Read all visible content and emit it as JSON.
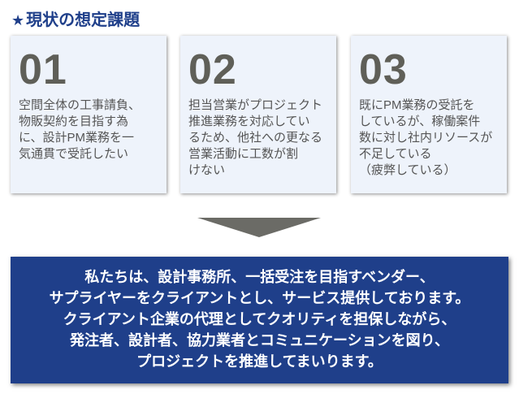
{
  "title": {
    "icon": "star-icon",
    "star": "★",
    "text": "現状の想定課題"
  },
  "cards": [
    {
      "number": "01",
      "lines": [
        "空間全体の工事請負、",
        "物販契約を目指す為",
        "に、設計PM業務を一",
        "気通貫で受託したい"
      ]
    },
    {
      "number": "02",
      "lines": [
        "担当営業がプロジェクト",
        "推進業務を対応してい",
        "るため、他社への更なる",
        "営業活動に工数が割",
        "けない"
      ]
    },
    {
      "number": "03",
      "lines": [
        "既にPM業務の受託を",
        "しているが、稼働案件",
        "数に対し社内リソースが",
        "不足している",
        "（疲弊している）"
      ]
    }
  ],
  "banner": {
    "lines": [
      "私たちは、設計事務所、一括受注を目指すベンダー、",
      "サプライヤーをクライアントとし、サービス提供しております。",
      "クライアント企業の代理としてクオリティを担保しながら、",
      "発注者、設計者、協力業者とコミュニケーションを図り、",
      "プロジェクトを推進してまいります。"
    ]
  },
  "colors": {
    "accent": "#1f3f8a",
    "card_bg": "#eef3fb",
    "number": "#5f5f58",
    "arrow": "#6b6b66"
  }
}
